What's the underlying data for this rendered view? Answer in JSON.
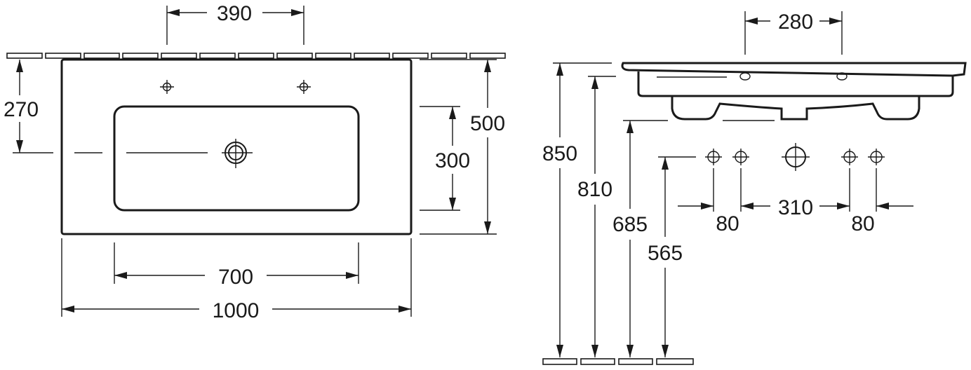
{
  "dimensions": {
    "tap_hole_spacing": "390",
    "rear_to_center": "270",
    "basin_depth": "300",
    "overall_depth": "500",
    "basin_width": "700",
    "overall_width": "1000",
    "side_tap_spacing": "280",
    "top_height": "850",
    "bowl_height": "810",
    "drain_height": "685",
    "supply_height": "565",
    "supply_offset_left": "80",
    "supply_center_spacing": "310",
    "supply_offset_right": "80"
  }
}
